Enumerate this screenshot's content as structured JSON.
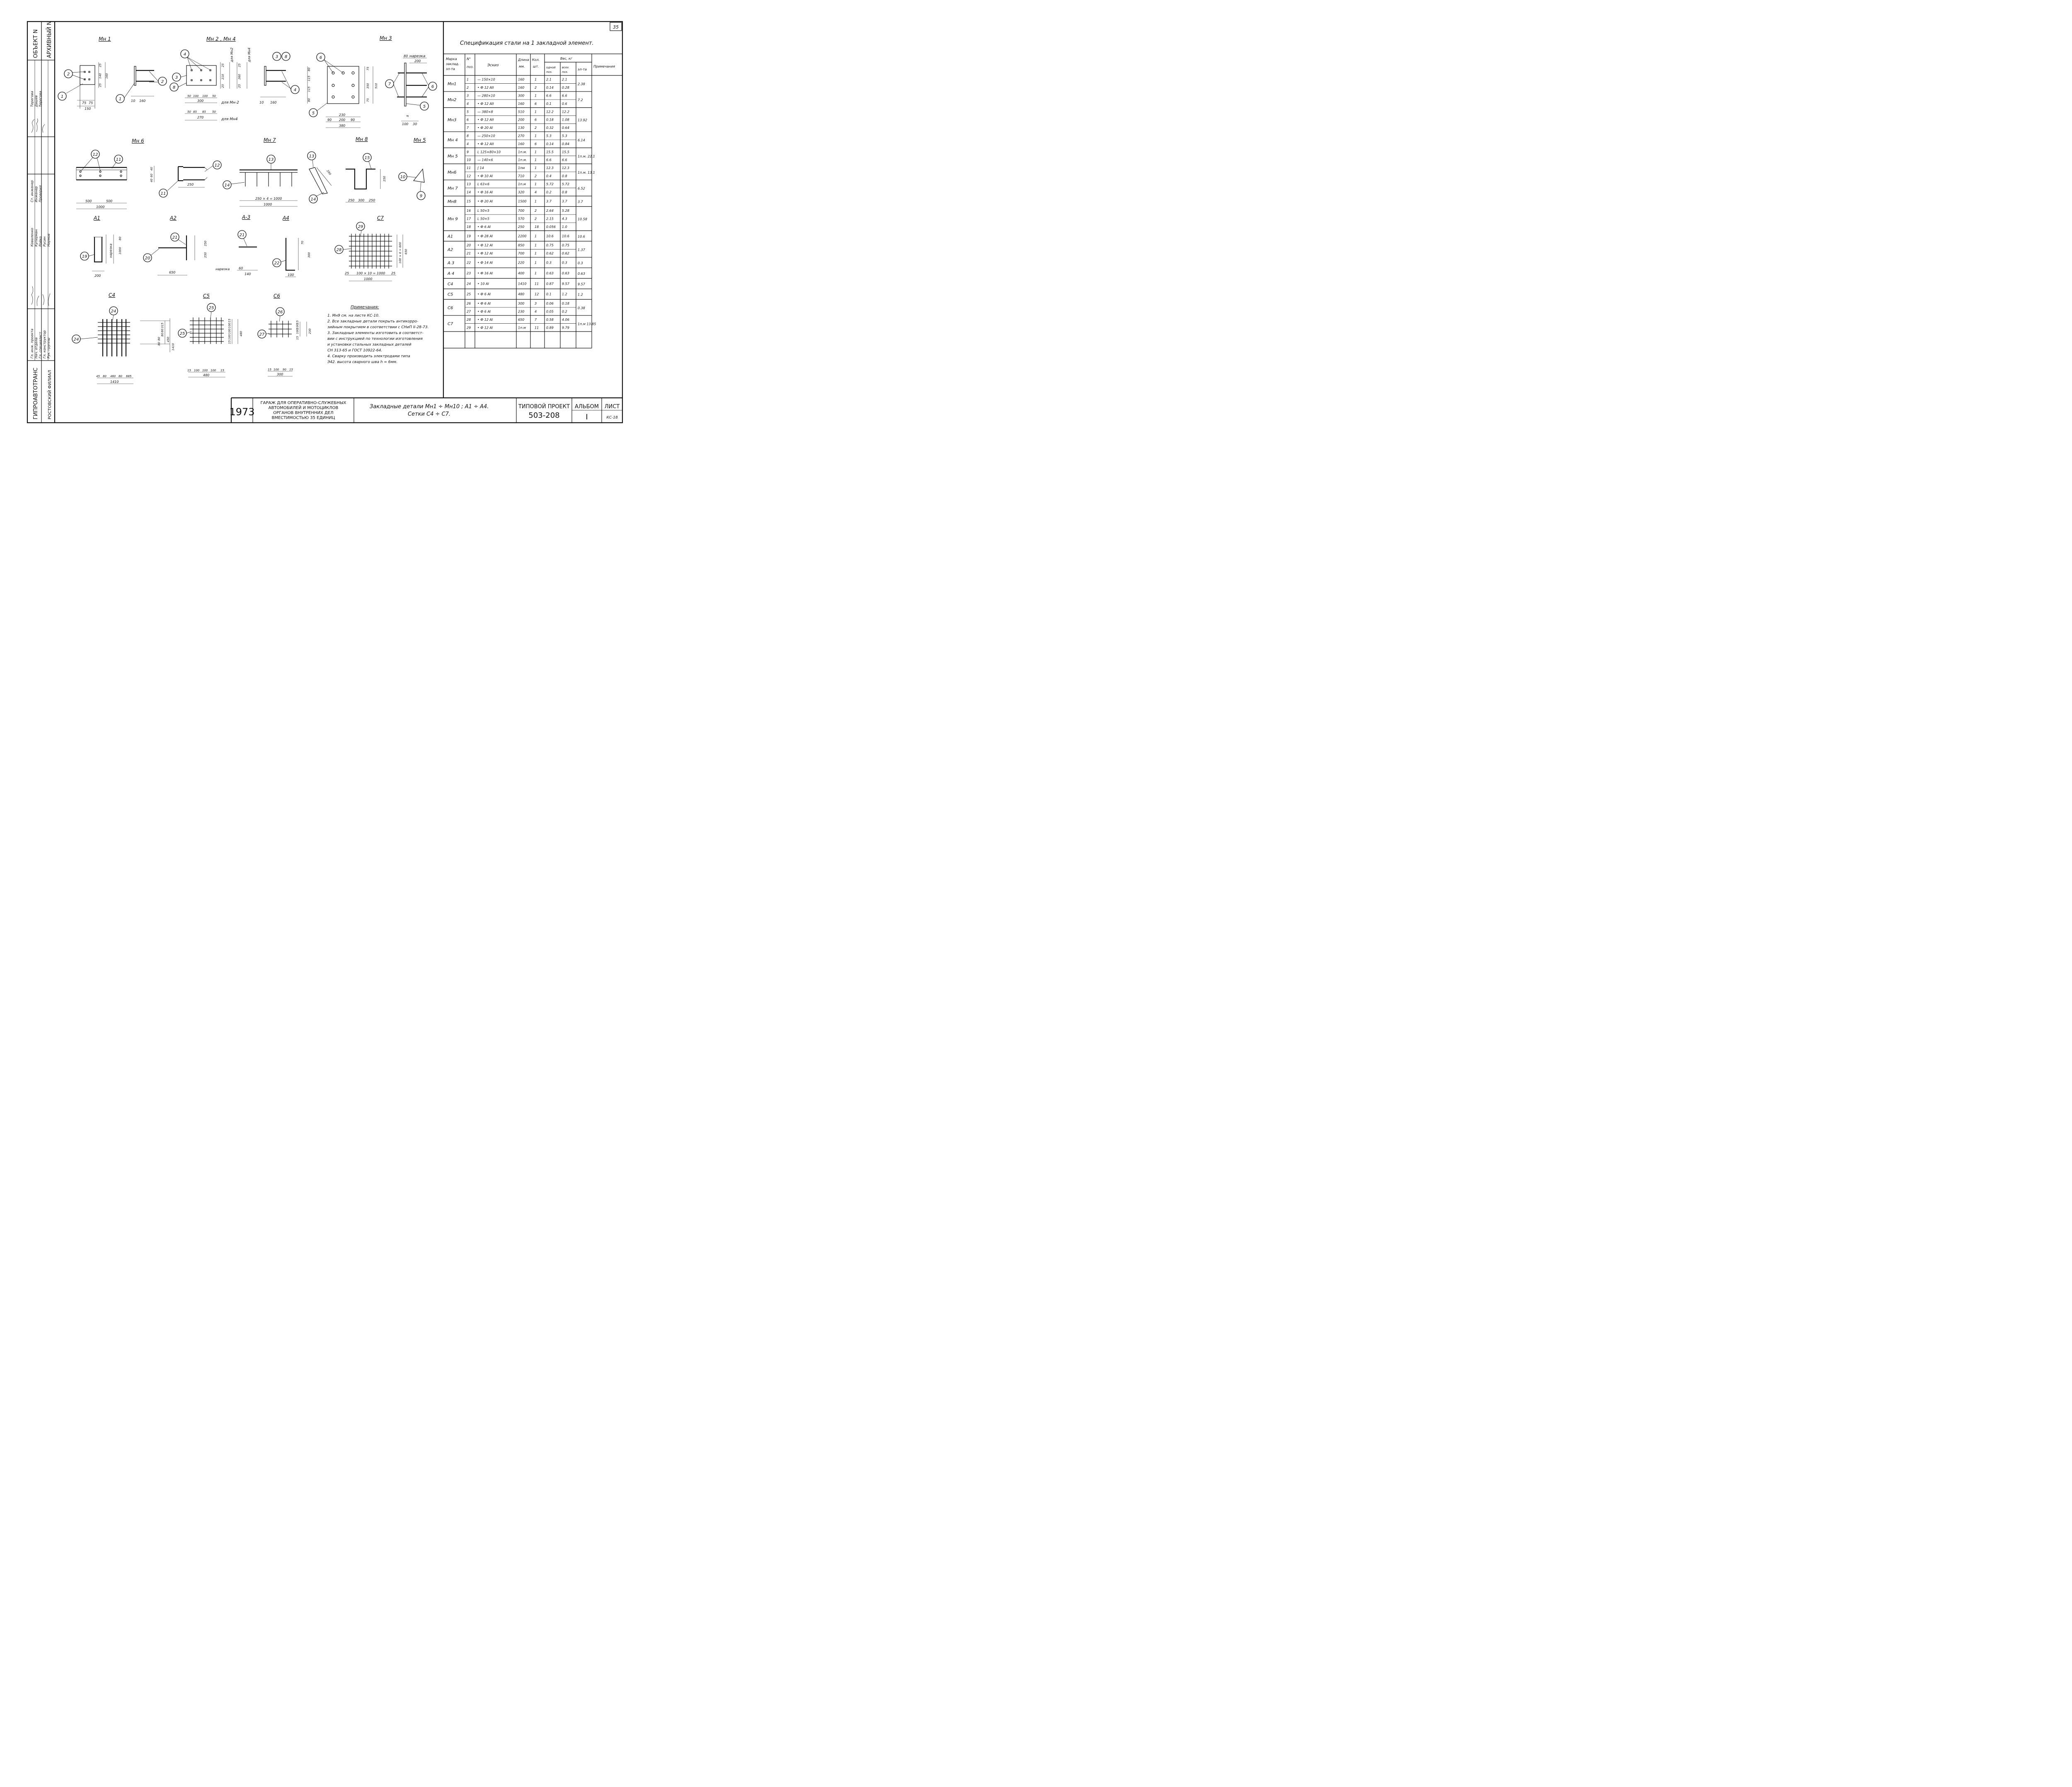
{
  "sheet_no": "35",
  "left_strip": {
    "object_label": "ОБЪЕКТ N",
    "archive_label": "АРХИВНЫЙ N",
    "org_line1": "ГИПРОАВТОТРАНС",
    "org_line2": "РОСТОВСКИЙ ФИЛИАЛ",
    "roles": [
      "Гл. инж. проекта",
      "Нач. отдела",
      "Гл. специалист",
      "Гл. конструктор",
      "Рук. группы",
      "Ст. инженер",
      "Инженер",
      "Проверил"
    ],
    "names": [
      "Коваленко",
      "Куперман",
      "Ройко",
      "Русин",
      "Наумов",
      "Терегова",
      "Дашев",
      "Терегова"
    ]
  },
  "drawings": {
    "mn1": {
      "title": "Мн 1",
      "dims": [
        "75",
        "75",
        "150",
        "25",
        "140",
        "160",
        "25",
        "10",
        "160"
      ]
    },
    "mn24": {
      "title": "Мн 2 , Мн 4",
      "dims": [
        "50",
        "100",
        "100",
        "50",
        "300",
        "для Мн-2",
        "50",
        "85",
        "85",
        "50",
        "270",
        "для Мн4",
        "25",
        "210",
        "25",
        "для Мн2",
        "25",
        "260",
        "25",
        "для Мн4",
        "10",
        "160"
      ]
    },
    "mn3": {
      "title": "Мн 3",
      "dims": [
        "80",
        "115",
        "115",
        "80",
        "75",
        "350",
        "510",
        "75",
        "230",
        "90",
        "200",
        "90",
        "380",
        "80",
        "нарезка",
        "200",
        "100",
        "30",
        "8"
      ]
    },
    "mn6": {
      "title": "Мн 6",
      "dims": [
        "500",
        "500",
        "1000",
        "40",
        "60",
        "40",
        "250"
      ]
    },
    "mn7": {
      "title": "Мн 7",
      "dims": [
        "250 × 4 = 1000",
        "1000",
        "290"
      ]
    },
    "mn8": {
      "title": "Мн 8",
      "dims": [
        "250",
        "300",
        "250",
        "250"
      ]
    },
    "mn5": {
      "title": "Мн 5"
    },
    "a1": {
      "title": "А1",
      "dims": [
        "нарезка",
        "80",
        "1000",
        "200"
      ]
    },
    "a2": {
      "title": "А2",
      "dims": [
        "250",
        "250",
        "650"
      ]
    },
    "a3": {
      "title": "А-3",
      "dims": [
        "нарезка",
        "60",
        "140"
      ]
    },
    "a4": {
      "title": "А4",
      "dims": [
        "70",
        "300",
        "100"
      ]
    },
    "c7": {
      "title": "С7",
      "dims": [
        "100 × 6 = 600",
        "650",
        "25",
        "100 × 10 = 1000",
        "25",
        "1000"
      ]
    },
    "c4": {
      "title": "С4",
      "dims": [
        "45",
        "80",
        "460",
        "80",
        "685",
        "1410",
        "315",
        "80",
        "80",
        "450",
        "80",
        "80",
        "1410"
      ]
    },
    "c5": {
      "title": "С5",
      "dims": [
        "15",
        "100",
        "100",
        "100",
        "15",
        "480",
        "15",
        "100",
        "100",
        "100",
        "15",
        "480"
      ]
    },
    "c6": {
      "title": "С6",
      "dims": [
        "15",
        "100",
        "90",
        "15",
        "300",
        "15",
        "100",
        "100",
        "15",
        "230"
      ]
    }
  },
  "notes": {
    "title": "Примечания:",
    "lines": [
      "1. Мн9 см. на листе КС-10.",
      "2. Все закладные детали покрыть антикорро-",
      "   зийным покрытием в соответствии с СНиП II-28-73.",
      "3. Закладные элементы изготовить в соответст-",
      "   вии с инструкцией по технологии изготовления",
      "   и установки стальных закладных деталей",
      "   СН 313-65 и ГОСТ 10922-64.",
      "4. Сварку производить электродами типа",
      "   Э42. высота сварного шва h = 6мм."
    ]
  },
  "spec": {
    "title": "Спецификация стали на 1 закладной элемент.",
    "headers": {
      "mark": [
        "Марка",
        "заклад.",
        "эл-та"
      ],
      "pos": [
        "N°",
        "поз."
      ],
      "sketch": "Эскиз",
      "length": [
        "Длина",
        "мм."
      ],
      "qty": [
        "Кол.",
        "шт."
      ],
      "weight": "Вес, кг",
      "w_one": [
        "одной",
        "поз."
      ],
      "w_all": [
        "всех",
        "поз."
      ],
      "w_el": "эл-та",
      "note": "Примечания"
    },
    "groups": [
      {
        "mark": "Мн1",
        "rows": [
          [
            "1",
            "— 150×10",
            "160",
            "1",
            "2.1",
            "2.1"
          ],
          [
            "2",
            "• Ф 12 АII",
            "160",
            "2",
            "0.14",
            "0.28"
          ]
        ],
        "total": "2.38"
      },
      {
        "mark": "Мн2",
        "rows": [
          [
            "3",
            "— 280×10",
            "300",
            "1",
            "6.6",
            "6.6"
          ],
          [
            "4",
            "• Ф 12 АII",
            "160",
            "6",
            "0.1",
            "0.6"
          ]
        ],
        "total": "7.2"
      },
      {
        "mark": "Мн3",
        "rows": [
          [
            "5",
            "— 380×8",
            "510",
            "1",
            "12.2",
            "12.2"
          ],
          [
            "6",
            "• Ф 12 АII",
            "200",
            "6",
            "0.18",
            "1.08"
          ],
          [
            "7",
            "• Ф 20 АI",
            "130",
            "2",
            "0.32",
            "0.64"
          ]
        ],
        "total": "13.92"
      },
      {
        "mark": "Мн 4",
        "rows": [
          [
            "8",
            "— 250×10",
            "270",
            "1",
            "5.3",
            "5.3"
          ],
          [
            "4",
            "• Ф 12 АII",
            "160",
            "6",
            "0.14",
            "0.84"
          ]
        ],
        "total": "6.14"
      },
      {
        "mark": "Мн 5",
        "rows": [
          [
            "9",
            "L 125×80×10",
            "1п.м.",
            "1",
            "15.5",
            "15.5"
          ],
          [
            "10",
            "— 140×6",
            "1п.м.",
            "1",
            "6.6",
            "6.6"
          ]
        ],
        "total": "1п.м. 22.1"
      },
      {
        "mark": "Мн6",
        "rows": [
          [
            "11",
            "[ 14",
            "1пм",
            "1",
            "12.3",
            "12.3"
          ],
          [
            "12",
            "• Ф 10 АI",
            "710",
            "2",
            "0.4",
            "0.8"
          ]
        ],
        "total": "1п.м. 13.1"
      },
      {
        "mark": "Мн 7",
        "rows": [
          [
            "13",
            "L 63×6",
            "1п.м",
            "1",
            "5.72",
            "5.72"
          ],
          [
            "14",
            "• Ф 16 АI",
            "320",
            "4",
            "0.2",
            "0.8"
          ]
        ],
        "total": "6.52"
      },
      {
        "mark": "Мн8",
        "rows": [
          [
            "15",
            "• Ф 20 АI",
            "1500",
            "1",
            "3.7",
            "3.7"
          ]
        ],
        "total": "3.7"
      },
      {
        "mark": "Мн 9",
        "rows": [
          [
            "16",
            "L 50×5",
            "700",
            "2",
            "2.64",
            "5.28"
          ],
          [
            "17",
            "L 50×5",
            "570",
            "2",
            "2.15",
            "4.3"
          ],
          [
            "18",
            "• Ф 6 АI",
            "250",
            "18",
            "0.056",
            "1.0"
          ]
        ],
        "total": "10.58"
      },
      {
        "mark": "А1",
        "rows": [
          [
            "19",
            "• Ф 28 АI",
            "2200",
            "1",
            "10.6",
            "10.6"
          ]
        ],
        "total": "10.6"
      },
      {
        "mark": "А2",
        "rows": [
          [
            "20",
            "• Ф 12 АI",
            "850",
            "1",
            "0.75",
            "0.75"
          ],
          [
            "21",
            "• Ф 12 АI",
            "700",
            "1",
            "0.62",
            "0.62"
          ]
        ],
        "total": "1.37"
      },
      {
        "mark": "А 3",
        "rows": [
          [
            "22",
            "• Ф 14 АI",
            "220",
            "1",
            "0.3",
            "0.3"
          ]
        ],
        "total": "0.3"
      },
      {
        "mark": "А 4",
        "rows": [
          [
            "23",
            "• Ф 16 АI",
            "400",
            "1",
            "0.63",
            "0.63"
          ]
        ],
        "total": "0.63"
      },
      {
        "mark": "С4",
        "rows": [
          [
            "24",
            "• 10 АI",
            "1410",
            "11",
            "0.87",
            "9.57"
          ]
        ],
        "total": "9.57"
      },
      {
        "mark": "С5",
        "rows": [
          [
            "25",
            "• Ф 6 АI",
            "480",
            "12",
            "0.1",
            "1.2"
          ]
        ],
        "total": "1.2"
      },
      {
        "mark": "С6",
        "rows": [
          [
            "26",
            "• Ф 6 АI",
            "300",
            "3",
            "0.06",
            "0.18"
          ],
          [
            "27",
            "• Ф 6 АI",
            "230",
            "4",
            "0.05",
            "0.2"
          ]
        ],
        "total": "0.38"
      },
      {
        "mark": "С7",
        "rows": [
          [
            "28",
            "• Ф 12 АI",
            "650",
            "7",
            "0.58",
            "4.06"
          ],
          [
            "29",
            "• Ф 12 АI",
            "1п.м",
            "11",
            "0.89",
            "9.79"
          ]
        ],
        "total": "1п.м 13.85"
      }
    ]
  },
  "title_block": {
    "year": "1973",
    "project_name": [
      "ГАРАЖ ДЛЯ ОПЕРАТИВНО-СЛУЖЕБНЫХ",
      "АВТОМОБИЛЕЙ И МОТОЦИКЛОВ",
      "ОРГАНОВ ВНУТРЕННИХ ДЕЛ",
      "ВМЕСТИМОСТЬЮ 35 ЕДИНИЦ"
    ],
    "drawing_name": [
      "Закладные детали Мн1 ÷ Мн10 ; А1 ÷ А4.",
      "Сетки С4 ÷ С7."
    ],
    "typ_label": "ТИПОВОЙ ПРОЕКТ",
    "typ_value": "503-208",
    "album_label": "АЛЬБОМ",
    "album_value": "I",
    "sheet_label": "ЛИСТ",
    "sheet_value": "КС-18"
  }
}
